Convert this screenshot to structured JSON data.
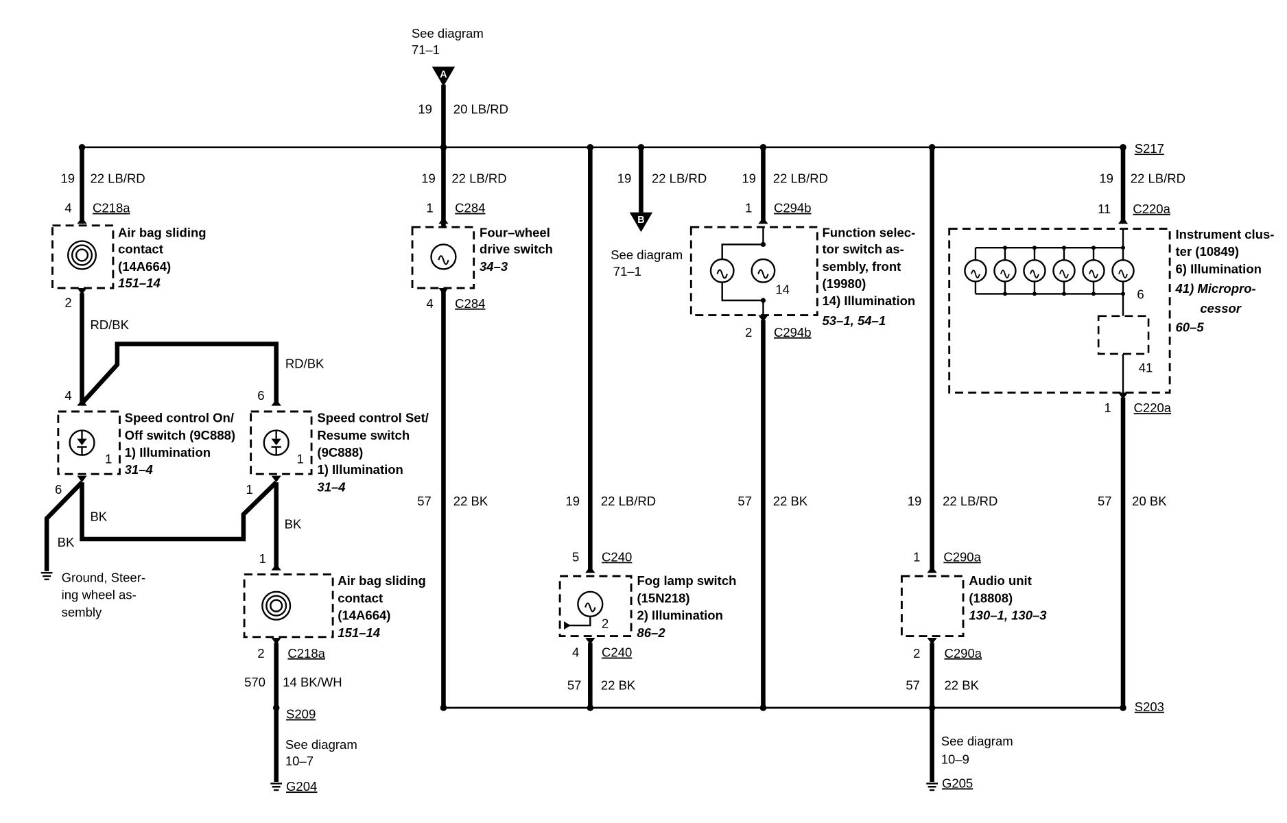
{
  "sources": {
    "a": {
      "lines": [
        "See diagram",
        "71–1"
      ],
      "letter": "A"
    },
    "b": {
      "lines": [
        "See diagram",
        "71–1"
      ],
      "letter": "B"
    }
  },
  "feed": {
    "circuit": "19",
    "wire": "20 LB/RD"
  },
  "splices": {
    "top": "S217",
    "bottom": "S203",
    "s209": "S209"
  },
  "grounds": {
    "g204": {
      "lines": [
        "See diagram",
        "10–7"
      ],
      "label": "G204"
    },
    "g205": {
      "lines": [
        "See diagram",
        "10–9"
      ],
      "label": "G205"
    },
    "steering": {
      "lines": [
        "Ground, Steer-",
        "ing wheel as-",
        "sembly"
      ]
    }
  },
  "branches": {
    "airbag_top": {
      "circuit": "19",
      "wire": "22 LB/RD",
      "pin_in": "4",
      "conn_in": "C218a",
      "title": [
        "Air bag sliding",
        "contact",
        "(14A664)"
      ],
      "ref": "151–14",
      "pin_out": "2",
      "wire_out": "RD/BK"
    },
    "speed_onoff": {
      "pin_in": "4",
      "title": [
        "Speed control On/",
        "Off switch (9C888)",
        "1)    Illumination"
      ],
      "ref": "31–4",
      "inner_pin": "1",
      "pin_out": "6",
      "wire_out_a": "BK",
      "wire_out_b": "BK"
    },
    "speed_set": {
      "wire_in": "RD/BK",
      "pin_in": "6",
      "title": [
        "Speed control Set/",
        "Resume switch",
        "(9C888)",
        "1)    Illumination"
      ],
      "ref": "31–4",
      "inner_pin": "1",
      "pin_out": "1",
      "wire_out": "BK"
    },
    "airbag_bottom": {
      "pin_in": "1",
      "title": [
        "Air bag sliding",
        "contact",
        "(14A664)"
      ],
      "ref": "151–14",
      "pin_out": "2",
      "conn_out": "C218a",
      "circuit_out": "570",
      "wire_out": "14 BK/WH"
    },
    "fourwd": {
      "circuit": "19",
      "wire": "22 LB/RD",
      "pin_in": "1",
      "conn_in": "C284",
      "title": [
        "Four–wheel",
        "drive switch"
      ],
      "ref": "34–3",
      "pin_out": "4",
      "conn_out": "C284",
      "circuit_out": "57",
      "wire_out": "22 BK"
    },
    "fog": {
      "circuit": "19",
      "wire": "22 LB/RD",
      "pin_in": "5",
      "conn_in": "C240",
      "title": [
        "Fog lamp switch",
        "(15N218)",
        "2)    Illumination"
      ],
      "ref": "86–2",
      "inner_pin": "2",
      "pin_out": "4",
      "conn_out": "C240",
      "circuit_out": "57",
      "wire_out": "22 BK"
    },
    "source_b_wire": {
      "circuit": "19",
      "wire": "22 LB/RD"
    },
    "function": {
      "circuit": "19",
      "wire": "22 LB/RD",
      "pin_in": "1",
      "conn_in": "C294b",
      "title": [
        "Function selec-",
        "tor switch as-",
        "sembly, front",
        "(19980)",
        "14) Illumination"
      ],
      "ref": "53–1, 54–1",
      "inner_pin": "14",
      "pin_out": "2",
      "conn_out": "C294b",
      "circuit_out": "57",
      "wire_out": "22 BK"
    },
    "audio": {
      "circuit": "19",
      "wire": "22 LB/RD",
      "pin_in": "1",
      "conn_in": "C290a",
      "title": [
        "Audio unit",
        "(18808)"
      ],
      "ref": "130–1, 130–3",
      "pin_out": "2",
      "conn_out": "C290a",
      "circuit_out": "57",
      "wire_out": "22 BK"
    },
    "cluster": {
      "circuit": "19",
      "wire": "22 LB/RD",
      "pin_in": "11",
      "conn_in": "C220a",
      "title": [
        "Instrument clus-",
        "ter (10849)",
        "6)    Illumination"
      ],
      "micro": [
        "41) Micropro-",
        "cessor"
      ],
      "ref": "60–5",
      "pin_6": "6",
      "pin_41": "41",
      "pin_out": "1",
      "conn_out": "C220a",
      "circuit_out": "57",
      "wire_out": "20 BK"
    }
  }
}
